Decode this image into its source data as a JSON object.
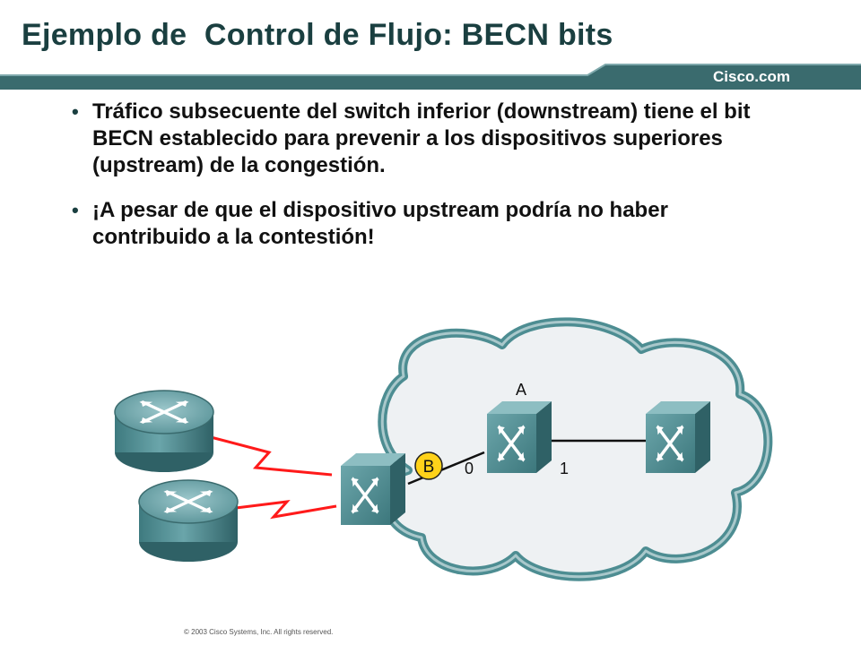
{
  "slide": {
    "title": "Ejemplo de  Control de Flujo: BECN bits",
    "brand": "Cisco.com",
    "bullets": [
      "Tráfico subsecuente del switch inferior (downstream) tiene el bit BECN establecido para prevenir a los dispositivos superiores (upstream) de la congestión.",
      "¡A pesar de que el dispositivo upstream podría no haber contribuido a la contestión!"
    ],
    "footer": "© 2003  Cisco Systems, Inc. All rights reserved."
  },
  "diagram": {
    "switch_label": "A",
    "becn_marker": "B",
    "port_0": "0",
    "port_1": "1",
    "icons": [
      "router-icon",
      "router-icon",
      "frame-relay-switch-icon",
      "frame-relay-switch-icon",
      "frame-relay-switch-icon",
      "cloud-icon",
      "serial-link-icon"
    ]
  },
  "colors": {
    "title": "#1a3f40",
    "banner": "#3a6b6e",
    "device": "#4f8f94",
    "cloud_fill": "#eef1f3",
    "cloud_edge": "#4d8d92",
    "serial_link": "#ff1a1a",
    "becn_marker": "#ffd21a"
  }
}
